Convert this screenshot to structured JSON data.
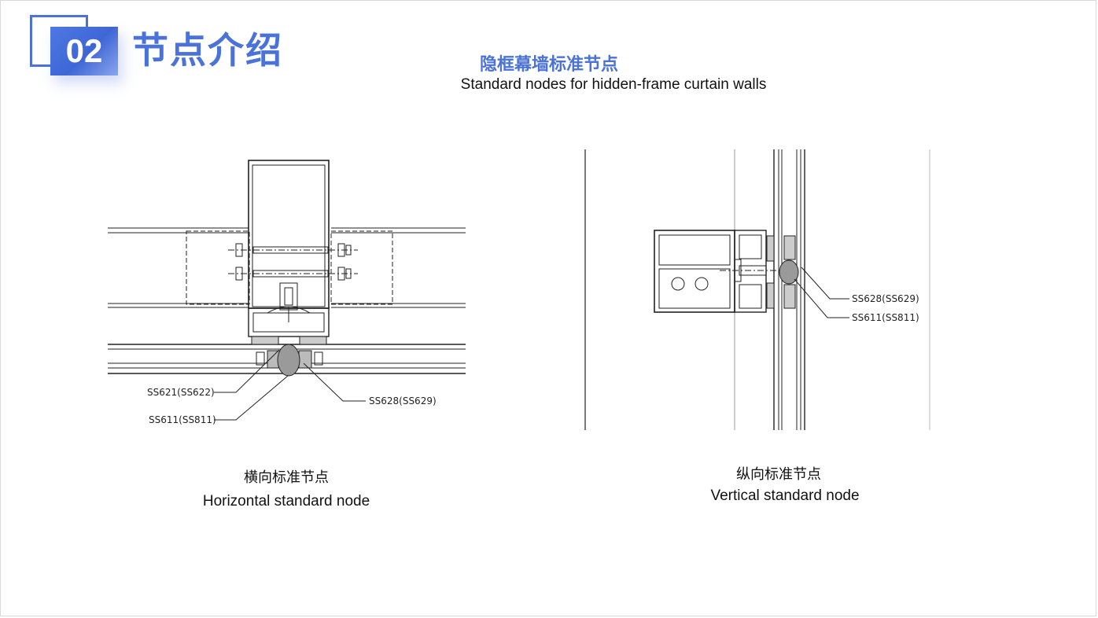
{
  "header": {
    "section_number": "02",
    "section_title": "节点介绍"
  },
  "heading": {
    "title_cn": "隐框幕墙标准节点",
    "title_en": "Standard nodes for hidden-frame curtain walls"
  },
  "horizontal_node": {
    "caption_cn": "横向标准节点",
    "caption_en": "Horizontal standard node",
    "callouts": [
      "SS621(SS622)",
      "SS611(SS811)",
      "SS628(SS629)"
    ]
  },
  "vertical_node": {
    "caption_cn": "纵向标准节点",
    "caption_en": "Vertical standard node",
    "callouts": [
      "SS628(SS629)",
      "SS611(SS811)"
    ]
  },
  "colors": {
    "accent": "#4a72d8",
    "line": "#222222"
  }
}
